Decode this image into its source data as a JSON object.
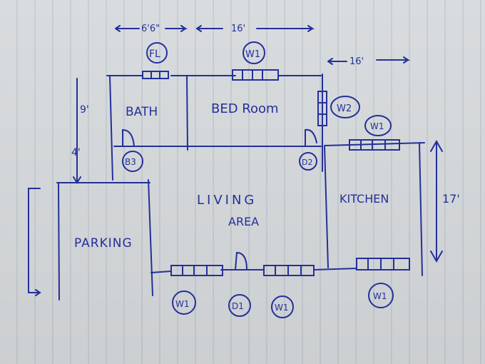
{
  "rooms": {
    "bath": "BATH",
    "bedroom": "BED Room",
    "living_line1": "LIVING",
    "living_line2": "AREA",
    "kitchen": "KITCHEN",
    "parking": "PARKING"
  },
  "dimensions": {
    "top_left": "6'6\"",
    "top_mid": "16'",
    "top_right": "16'",
    "left_a": "9'",
    "left_b": "4'",
    "right": "17'"
  },
  "tags": {
    "fl": "FL",
    "w1": "W1",
    "w2": "W2",
    "b3": "B3",
    "d2": "D2",
    "d1": "D1"
  },
  "colors": {
    "ink": "#23309a",
    "paper": "#d9dcde",
    "rule": "#7c8caa"
  }
}
